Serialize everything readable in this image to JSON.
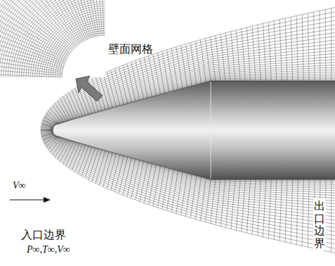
{
  "diagram": {
    "labels": [
      "壁面网格",
      "V∞",
      "入口边界",
      "P∞,T∞,V∞",
      "出口边界"
    ]
  }
}
